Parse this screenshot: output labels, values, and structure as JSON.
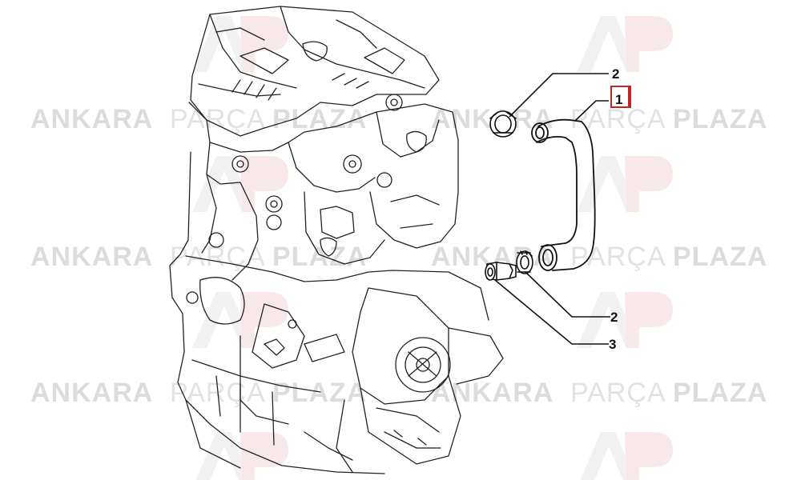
{
  "diagram": {
    "callouts": [
      {
        "id": "1",
        "label": "1",
        "highlighted": true
      },
      {
        "id": "2a",
        "label": "2",
        "highlighted": false
      },
      {
        "id": "2b",
        "label": "2",
        "highlighted": false
      },
      {
        "id": "3",
        "label": "3",
        "highlighted": false
      }
    ],
    "highlight_color": "#c0272d",
    "line_color": "#111111"
  },
  "watermark": {
    "word_a": "ANKARA",
    "word_b": "PARÇA",
    "word_c": "PLAZA",
    "logo_text": "AP",
    "color_main": "#d9d9d9",
    "color_accent": "#f2d6d6"
  }
}
